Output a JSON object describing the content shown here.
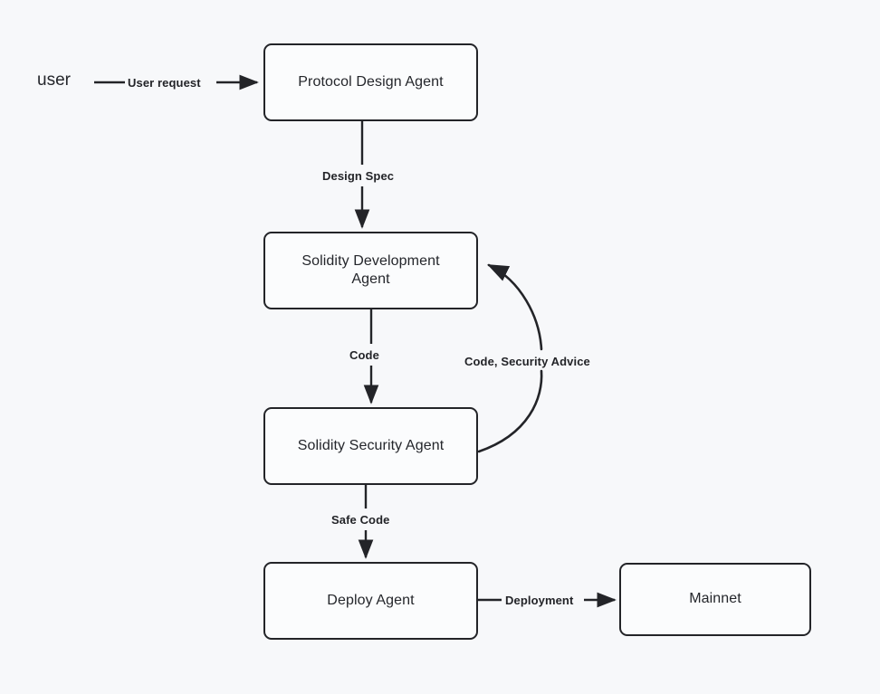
{
  "diagram": {
    "background_color": "#f7f8fa",
    "stroke_color": "#232428",
    "node_fill_color": "#fbfcfd",
    "text_color": "#24262b",
    "actor": {
      "name": "user",
      "label": "user"
    },
    "nodes": [
      {
        "id": "protocol-design-agent",
        "label": "Protocol Design Agent"
      },
      {
        "id": "solidity-development-agent",
        "label": "Solidity Development\nAgent"
      },
      {
        "id": "solidity-security-agent",
        "label": "Solidity Security Agent"
      },
      {
        "id": "deploy-agent",
        "label": "Deploy Agent"
      },
      {
        "id": "mainnet",
        "label": "Mainnet"
      }
    ],
    "edges": [
      {
        "id": "user-request",
        "label": "User request",
        "from": "user",
        "to": "protocol-design-agent",
        "kind": "straight-horizontal"
      },
      {
        "id": "design-spec",
        "label": "Design Spec",
        "from": "protocol-design-agent",
        "to": "solidity-development-agent",
        "kind": "straight-vertical"
      },
      {
        "id": "code",
        "label": "Code",
        "from": "solidity-development-agent",
        "to": "solidity-security-agent",
        "kind": "straight-vertical"
      },
      {
        "id": "code-security-advice",
        "label": "Code, Security Advice",
        "from": "solidity-security-agent",
        "to": "solidity-development-agent",
        "kind": "curved-feedback"
      },
      {
        "id": "safe-code",
        "label": "Safe Code",
        "from": "solidity-security-agent",
        "to": "deploy-agent",
        "kind": "straight-vertical"
      },
      {
        "id": "deployment",
        "label": "Deployment",
        "from": "deploy-agent",
        "to": "mainnet",
        "kind": "straight-horizontal"
      }
    ]
  }
}
